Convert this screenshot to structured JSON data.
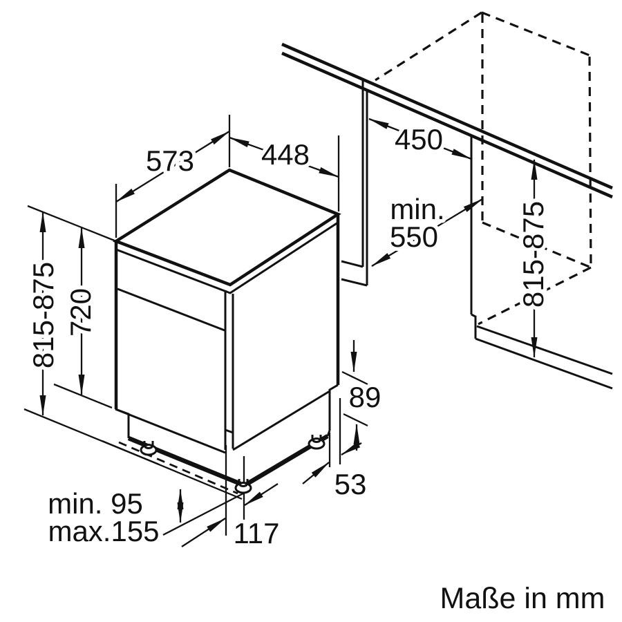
{
  "diagram": {
    "labels": {
      "depth": "573",
      "width": "448",
      "niche_width": "450",
      "niche_depth_min": "min.",
      "niche_depth_value": "550",
      "niche_height_left": "815-875",
      "appliance_height": "720",
      "niche_height_right": "815-875",
      "base_recess_height": "89",
      "base_recess_depth": "53",
      "foot_to_front": "117",
      "plinth_min": "min. 95",
      "plinth_max": "max.155"
    },
    "note": "Maße in mm"
  },
  "colors": {
    "line": "#111111",
    "background": "#ffffff"
  }
}
